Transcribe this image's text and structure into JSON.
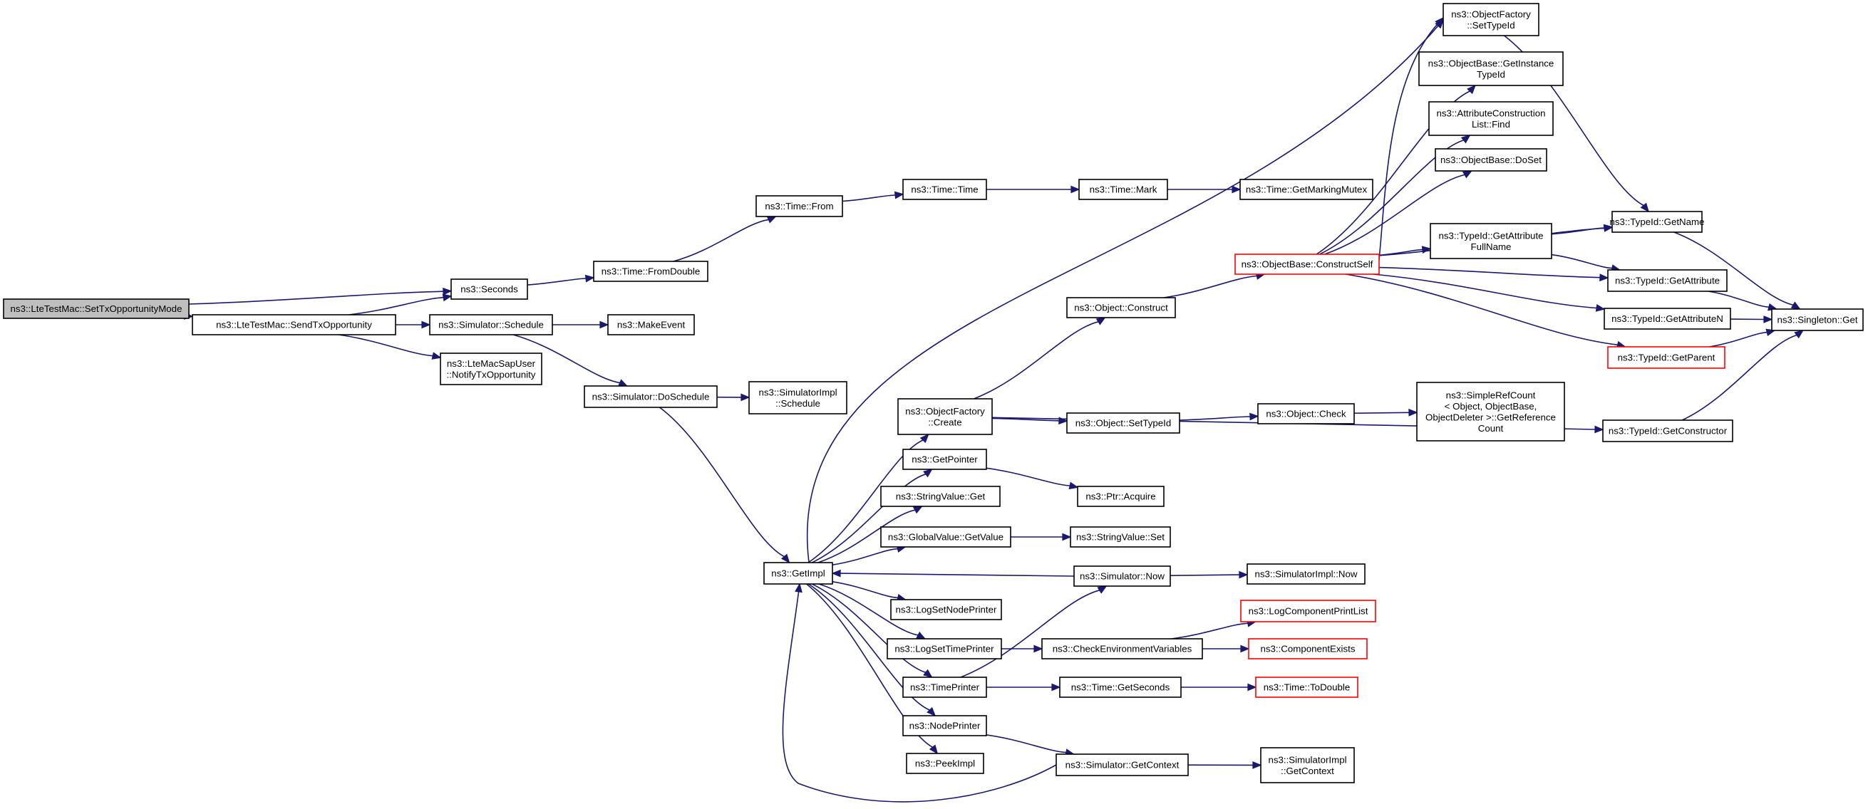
{
  "colors": {
    "edge": "#191970",
    "node_border": "#000000",
    "truncated_border": "#ff0000",
    "root_fill": "#bfbfbf",
    "node_fill": "#ffffff"
  },
  "nodes": [
    {
      "id": "n0",
      "lines": [
        "ns3::LteTestMac::SetTxOpportunityMode"
      ],
      "root": true
    },
    {
      "id": "n1",
      "lines": [
        "ns3::LteTestMac::SendTxOpportunity"
      ]
    },
    {
      "id": "n2",
      "lines": [
        "ns3::Seconds"
      ]
    },
    {
      "id": "n3",
      "lines": [
        "ns3::Simulator::Schedule"
      ]
    },
    {
      "id": "n4",
      "lines": [
        "ns3::LteMacSapUser",
        "::NotifyTxOpportunity"
      ]
    },
    {
      "id": "n5",
      "lines": [
        "ns3::Time::FromDouble"
      ]
    },
    {
      "id": "n6",
      "lines": [
        "ns3::MakeEvent"
      ]
    },
    {
      "id": "n7",
      "lines": [
        "ns3::Simulator::DoSchedule"
      ]
    },
    {
      "id": "n8",
      "lines": [
        "ns3::Time::From"
      ]
    },
    {
      "id": "n9",
      "lines": [
        "ns3::SimulatorImpl",
        "::Schedule"
      ]
    },
    {
      "id": "n10",
      "lines": [
        "ns3::GetImpl"
      ]
    },
    {
      "id": "n11",
      "lines": [
        "ns3::Time::Time"
      ]
    },
    {
      "id": "n12",
      "lines": [
        "ns3::Time::Mark"
      ]
    },
    {
      "id": "n13",
      "lines": [
        "ns3::Time::GetMarkingMutex"
      ]
    },
    {
      "id": "n14",
      "lines": [
        "ns3::ObjectFactory",
        "::Create"
      ]
    },
    {
      "id": "n15",
      "lines": [
        "ns3::GetPointer"
      ]
    },
    {
      "id": "n16",
      "lines": [
        "ns3::StringValue::Get"
      ]
    },
    {
      "id": "n17",
      "lines": [
        "ns3::GlobalValue::GetValue"
      ]
    },
    {
      "id": "n18",
      "lines": [
        "ns3::LogSetNodePrinter"
      ]
    },
    {
      "id": "n19",
      "lines": [
        "ns3::LogSetTimePrinter"
      ]
    },
    {
      "id": "n20",
      "lines": [
        "ns3::TimePrinter"
      ]
    },
    {
      "id": "n21",
      "lines": [
        "ns3::NodePrinter"
      ]
    },
    {
      "id": "n22",
      "lines": [
        "ns3::PeekImpl"
      ]
    },
    {
      "id": "n23",
      "lines": [
        "ns3::Object::Construct"
      ]
    },
    {
      "id": "n24",
      "lines": [
        "ns3::Object::SetTypeId"
      ]
    },
    {
      "id": "n25",
      "lines": [
        "ns3::Ptr::Acquire"
      ]
    },
    {
      "id": "n26",
      "lines": [
        "ns3::StringValue::Set"
      ]
    },
    {
      "id": "n27",
      "lines": [
        "ns3::Simulator::Now"
      ]
    },
    {
      "id": "n28",
      "lines": [
        "ns3::CheckEnvironmentVariables"
      ]
    },
    {
      "id": "n29",
      "lines": [
        "ns3::Time::GetSeconds"
      ]
    },
    {
      "id": "n30",
      "lines": [
        "ns3::Simulator::GetContext"
      ]
    },
    {
      "id": "n31",
      "lines": [
        "ns3::ObjectBase::ConstructSelf"
      ],
      "truncated": true
    },
    {
      "id": "n32",
      "lines": [
        "ns3::Object::Check"
      ]
    },
    {
      "id": "n33",
      "lines": [
        "ns3::SimulatorImpl::Now"
      ]
    },
    {
      "id": "n34",
      "lines": [
        "ns3::LogComponentPrintList"
      ],
      "truncated": true
    },
    {
      "id": "n35",
      "lines": [
        "ns3::ComponentExists"
      ],
      "truncated": true
    },
    {
      "id": "n36",
      "lines": [
        "ns3::Time::ToDouble"
      ],
      "truncated": true
    },
    {
      "id": "n37",
      "lines": [
        "ns3::SimulatorImpl",
        "::GetContext"
      ]
    },
    {
      "id": "n38",
      "lines": [
        "ns3::ObjectFactory",
        "::SetTypeId"
      ]
    },
    {
      "id": "n39",
      "lines": [
        "ns3::ObjectBase::GetInstance",
        "TypeId"
      ]
    },
    {
      "id": "n40",
      "lines": [
        "ns3::AttributeConstruction",
        "List::Find"
      ]
    },
    {
      "id": "n41",
      "lines": [
        "ns3::ObjectBase::DoSet"
      ]
    },
    {
      "id": "n42",
      "lines": [
        "ns3::TypeId::GetAttribute",
        "FullName"
      ]
    },
    {
      "id": "n43",
      "lines": [
        "ns3::SimpleRefCount",
        "< Object, ObjectBase,",
        "ObjectDeleter >::GetReference",
        "Count"
      ]
    },
    {
      "id": "n44",
      "lines": [
        "ns3::TypeId::GetName"
      ]
    },
    {
      "id": "n45",
      "lines": [
        "ns3::TypeId::GetAttribute"
      ]
    },
    {
      "id": "n46",
      "lines": [
        "ns3::TypeId::GetAttributeN"
      ]
    },
    {
      "id": "n47",
      "lines": [
        "ns3::TypeId::GetParent"
      ],
      "truncated": true
    },
    {
      "id": "n48",
      "lines": [
        "ns3::TypeId::GetConstructor"
      ]
    },
    {
      "id": "n49",
      "lines": [
        "ns3::Singleton::Get"
      ]
    }
  ],
  "edges": [
    [
      "n0",
      "n1"
    ],
    [
      "n0",
      "n2"
    ],
    [
      "n1",
      "n2"
    ],
    [
      "n1",
      "n3"
    ],
    [
      "n1",
      "n4"
    ],
    [
      "n2",
      "n5"
    ],
    [
      "n5",
      "n8"
    ],
    [
      "n8",
      "n11"
    ],
    [
      "n11",
      "n12"
    ],
    [
      "n12",
      "n13"
    ],
    [
      "n3",
      "n6"
    ],
    [
      "n3",
      "n7"
    ],
    [
      "n7",
      "n9"
    ],
    [
      "n7",
      "n10"
    ],
    [
      "n10",
      "n14"
    ],
    [
      "n10",
      "n15"
    ],
    [
      "n10",
      "n16"
    ],
    [
      "n10",
      "n17"
    ],
    [
      "n10",
      "n18"
    ],
    [
      "n10",
      "n19"
    ],
    [
      "n10",
      "n20"
    ],
    [
      "n10",
      "n21"
    ],
    [
      "n10",
      "n22"
    ],
    [
      "n10",
      "n38"
    ],
    [
      "n27",
      "n10"
    ],
    [
      "n30",
      "n10"
    ],
    [
      "n14",
      "n23"
    ],
    [
      "n14",
      "n24"
    ],
    [
      "n14",
      "n48"
    ],
    [
      "n15",
      "n25"
    ],
    [
      "n17",
      "n26"
    ],
    [
      "n27",
      "n33"
    ],
    [
      "n19",
      "n28"
    ],
    [
      "n28",
      "n34"
    ],
    [
      "n28",
      "n35"
    ],
    [
      "n20",
      "n27"
    ],
    [
      "n20",
      "n29"
    ],
    [
      "n29",
      "n36"
    ],
    [
      "n21",
      "n30"
    ],
    [
      "n30",
      "n37"
    ],
    [
      "n23",
      "n31"
    ],
    [
      "n24",
      "n32"
    ],
    [
      "n32",
      "n43"
    ],
    [
      "n31",
      "n38"
    ],
    [
      "n31",
      "n39"
    ],
    [
      "n31",
      "n40"
    ],
    [
      "n31",
      "n41"
    ],
    [
      "n31",
      "n42"
    ],
    [
      "n31",
      "n44"
    ],
    [
      "n31",
      "n45"
    ],
    [
      "n31",
      "n46"
    ],
    [
      "n31",
      "n47"
    ],
    [
      "n38",
      "n44"
    ],
    [
      "n42",
      "n44"
    ],
    [
      "n42",
      "n45"
    ],
    [
      "n44",
      "n49"
    ],
    [
      "n45",
      "n49"
    ],
    [
      "n46",
      "n49"
    ],
    [
      "n47",
      "n49"
    ],
    [
      "n48",
      "n49"
    ]
  ]
}
